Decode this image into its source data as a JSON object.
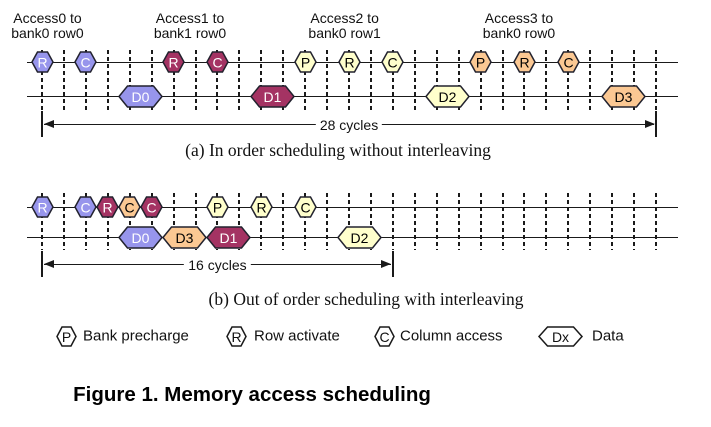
{
  "figure_caption": "Figure 1. Memory access scheduling",
  "colors": {
    "access_fills": [
      "#9795ec",
      "#a43363",
      "#ffffcc",
      "#fbc893"
    ],
    "access_text": [
      "#ffffff",
      "#ffffff",
      "#000000",
      "#000000"
    ],
    "outline": "#22222e",
    "line": "#1a1a1a",
    "legend_fill": "#ffffff",
    "label_text": "#111111"
  },
  "panel_a": {
    "caption": "(a) In order scheduling without interleaving",
    "cycles_label": "28 cycles",
    "cycles_span": [
      0,
      28
    ],
    "total_ticks": 28,
    "access_labels": [
      {
        "line1": "Access0 to",
        "line2": "bank0 row0",
        "center_cycle": 0.25
      },
      {
        "line1": "Access1 to",
        "line2": "bank1 row0",
        "center_cycle": 6.75
      },
      {
        "line1": "Access2 to",
        "line2": "bank0 row1",
        "center_cycle": 13.8
      },
      {
        "line1": "Access3 to",
        "line2": "bank0 row0",
        "center_cycle": 21.75
      }
    ],
    "commands": [
      {
        "op": "R",
        "access": 0,
        "cycle": 0
      },
      {
        "op": "C",
        "access": 0,
        "cycle": 2
      },
      {
        "op": "R",
        "access": 1,
        "cycle": 6
      },
      {
        "op": "C",
        "access": 1,
        "cycle": 8
      },
      {
        "op": "P",
        "access": 2,
        "cycle": 12
      },
      {
        "op": "R",
        "access": 2,
        "cycle": 14
      },
      {
        "op": "C",
        "access": 2,
        "cycle": 16
      },
      {
        "op": "P",
        "access": 3,
        "cycle": 20
      },
      {
        "op": "R",
        "access": 3,
        "cycle": 22
      },
      {
        "op": "C",
        "access": 3,
        "cycle": 24
      }
    ],
    "data_transfers": [
      {
        "label": "D0",
        "access": 0,
        "center_cycle": 4.5
      },
      {
        "label": "D1",
        "access": 1,
        "center_cycle": 10.5
      },
      {
        "label": "D2",
        "access": 2,
        "center_cycle": 18.5
      },
      {
        "label": "D3",
        "access": 3,
        "center_cycle": 26.5
      }
    ]
  },
  "panel_b": {
    "caption": "(b) Out of order scheduling with interleaving",
    "cycles_label": "16 cycles",
    "cycles_span": [
      0,
      16
    ],
    "total_ticks": 28,
    "access_labels": [],
    "commands": [
      {
        "op": "R",
        "access": 0,
        "cycle": 0
      },
      {
        "op": "C",
        "access": 0,
        "cycle": 2
      },
      {
        "op": "R",
        "access": 1,
        "cycle": 3
      },
      {
        "op": "C",
        "access": 3,
        "cycle": 4
      },
      {
        "op": "C",
        "access": 1,
        "cycle": 5
      },
      {
        "op": "P",
        "access": 2,
        "cycle": 8
      },
      {
        "op": "R",
        "access": 2,
        "cycle": 10
      },
      {
        "op": "C",
        "access": 2,
        "cycle": 12
      }
    ],
    "data_transfers": [
      {
        "label": "D0",
        "access": 0,
        "center_cycle": 4.5
      },
      {
        "label": "D3",
        "access": 3,
        "center_cycle": 6.5
      },
      {
        "label": "D1",
        "access": 1,
        "center_cycle": 8.5
      },
      {
        "label": "D2",
        "access": 2,
        "center_cycle": 14.5
      }
    ]
  },
  "legend": {
    "items": [
      {
        "symbol": "P",
        "label": "Bank precharge",
        "wide": false
      },
      {
        "symbol": "R",
        "label": "Row activate",
        "wide": false
      },
      {
        "symbol": "C",
        "label": "Column access",
        "wide": false
      },
      {
        "symbol": "Dx",
        "label": "Data",
        "wide": true
      }
    ]
  }
}
